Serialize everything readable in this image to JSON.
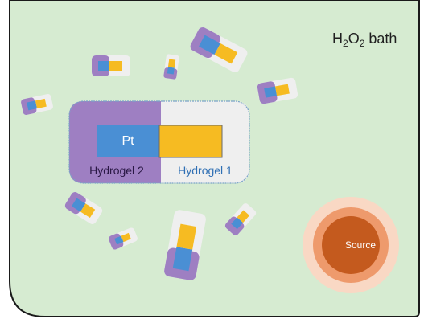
{
  "bath": {
    "label": "H2O2 bath",
    "label_main": "H",
    "label_sub1": "2",
    "label_mid": "O",
    "label_sub2": "2",
    "label_rest": " bath",
    "background_color": "#d6ebd1",
    "border_color": "#1a1a1a"
  },
  "janus_particle": {
    "core_label": "Pt",
    "left_shell_label": "Hydrogel 2",
    "right_shell_label": "Hydrogel 1",
    "core_color": "#4a8fd4",
    "left_shell_color": "#9e7fc2",
    "right_shell_color": "#efefef",
    "inner_right_color": "#f6bb22"
  },
  "source": {
    "label": "Source",
    "core_color": "#c45a1e",
    "ring_color": "#ee9a6c"
  }
}
